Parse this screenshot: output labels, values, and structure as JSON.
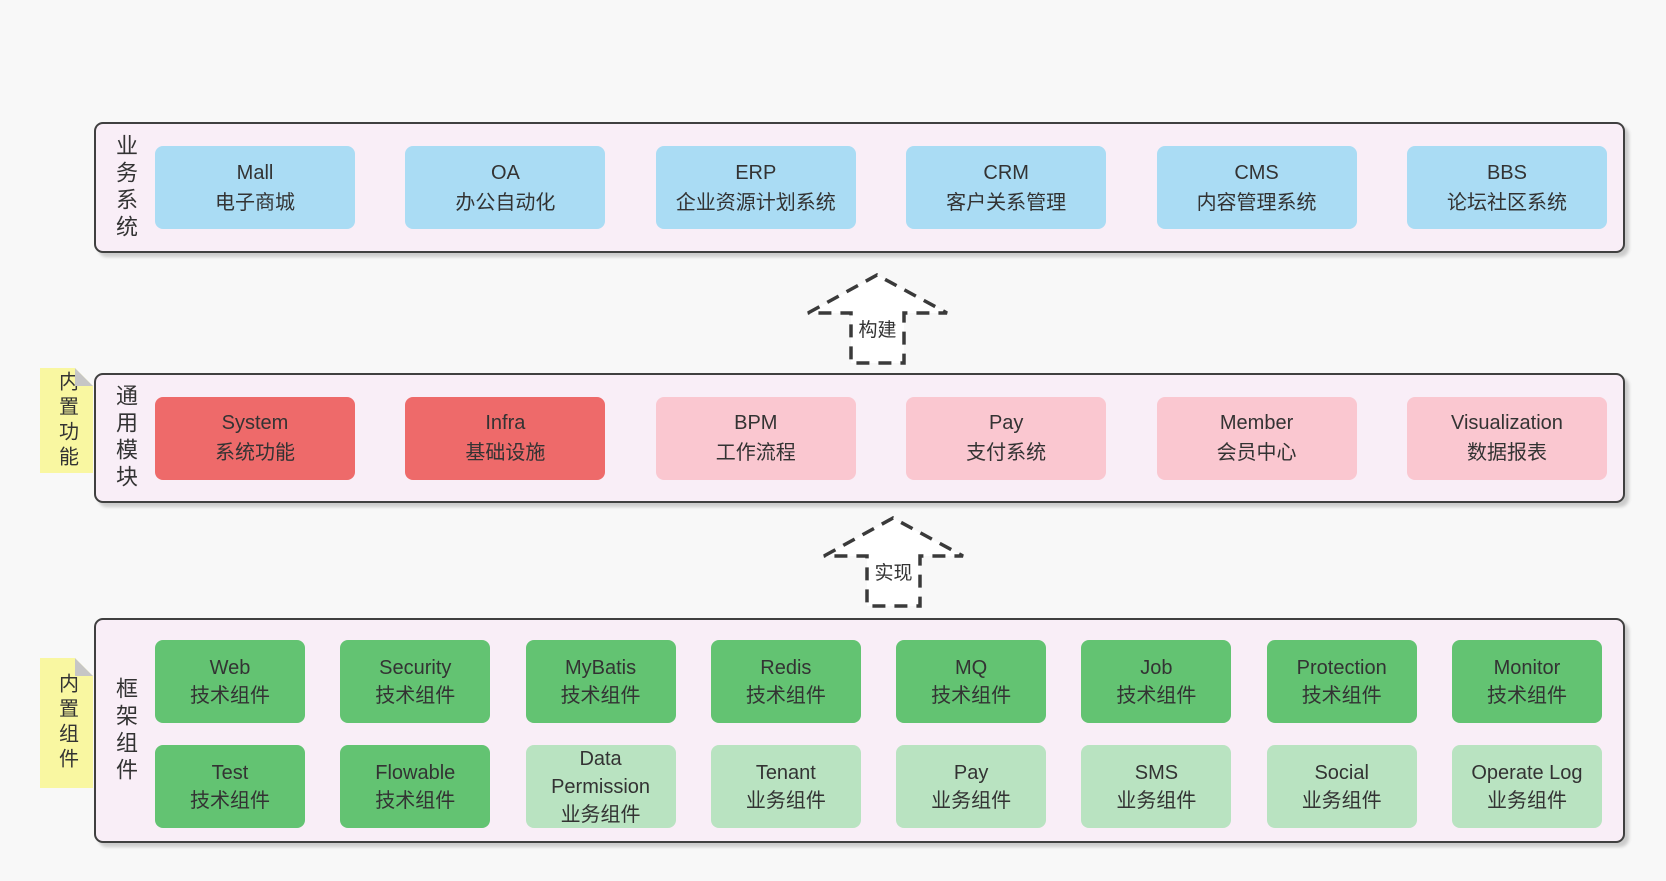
{
  "diagram": {
    "type": "layered-architecture",
    "colors": {
      "background": "#f8f8f8",
      "panel_fill": "#f9eef7",
      "panel_border": "#404040",
      "box_blue": "#aadcf4",
      "box_red": "#ee6a6a",
      "box_pink": "#fac7d0",
      "box_green_dark": "#63c372",
      "box_green_light": "#b9e3c1",
      "sticky_yellow": "#f9f7a1",
      "text": "#333333"
    }
  },
  "stickies": [
    {
      "label": "内置功能"
    },
    {
      "label": "内置组件"
    }
  ],
  "arrows": [
    {
      "label": "构建"
    },
    {
      "label": "实现"
    }
  ],
  "layers": [
    {
      "label": "业务系统",
      "boxes": [
        {
          "title": "Mall",
          "subtitle": "电子商城"
        },
        {
          "title": "OA",
          "subtitle": "办公自动化"
        },
        {
          "title": "ERP",
          "subtitle": "企业资源计划系统"
        },
        {
          "title": "CRM",
          "subtitle": "客户关系管理"
        },
        {
          "title": "CMS",
          "subtitle": "内容管理系统"
        },
        {
          "title": "BBS",
          "subtitle": "论坛社区系统"
        }
      ]
    },
    {
      "label": "通用模块",
      "boxes": [
        {
          "title": "System",
          "subtitle": "系统功能"
        },
        {
          "title": "Infra",
          "subtitle": "基础设施"
        },
        {
          "title": "BPM",
          "subtitle": "工作流程"
        },
        {
          "title": "Pay",
          "subtitle": "支付系统"
        },
        {
          "title": "Member",
          "subtitle": "会员中心"
        },
        {
          "title": "Visualization",
          "subtitle": "数据报表"
        }
      ]
    },
    {
      "label": "框架组件",
      "rows": [
        [
          {
            "title": "Web",
            "subtitle": "技术组件"
          },
          {
            "title": "Security",
            "subtitle": "技术组件"
          },
          {
            "title": "MyBatis",
            "subtitle": "技术组件"
          },
          {
            "title": "Redis",
            "subtitle": "技术组件"
          },
          {
            "title": "MQ",
            "subtitle": "技术组件"
          },
          {
            "title": "Job",
            "subtitle": "技术组件"
          },
          {
            "title": "Protection",
            "subtitle": "技术组件"
          },
          {
            "title": "Monitor",
            "subtitle": "技术组件"
          }
        ],
        [
          {
            "title": "Test",
            "subtitle": "技术组件"
          },
          {
            "title": "Flowable",
            "subtitle": "技术组件"
          },
          {
            "title": "Data Permission",
            "subtitle": "业务组件"
          },
          {
            "title": "Tenant",
            "subtitle": "业务组件"
          },
          {
            "title": "Pay",
            "subtitle": "业务组件"
          },
          {
            "title": "SMS",
            "subtitle": "业务组件"
          },
          {
            "title": "Social",
            "subtitle": "业务组件"
          },
          {
            "title": "Operate Log",
            "subtitle": "业务组件"
          }
        ]
      ]
    }
  ]
}
